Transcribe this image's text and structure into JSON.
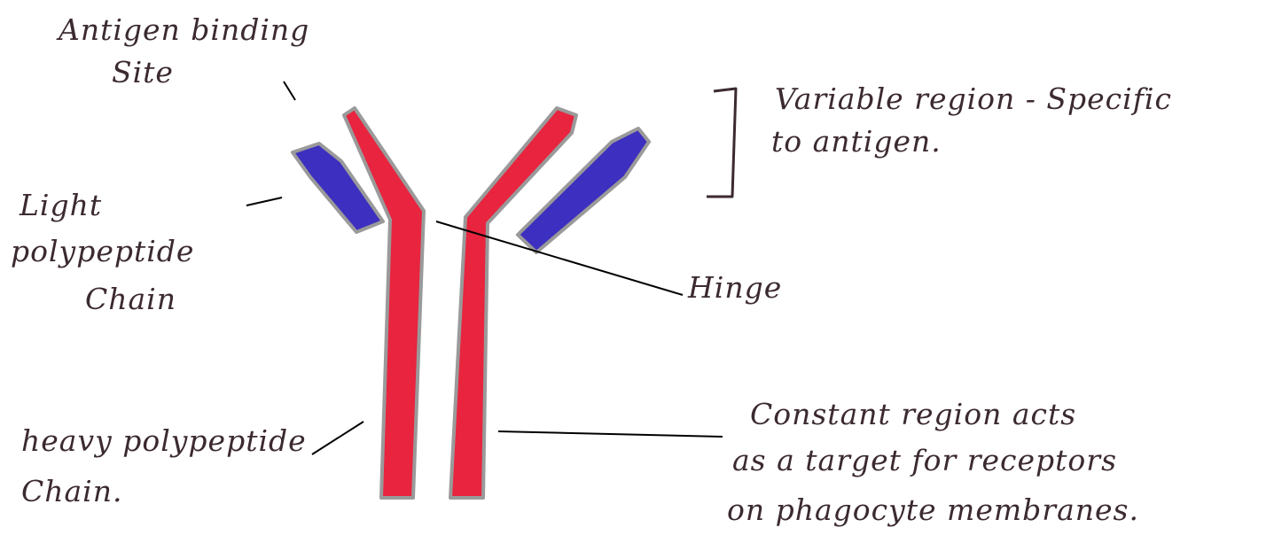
{
  "labels": {
    "antigen_binding_site": [
      "Antigen binding",
      "Site"
    ],
    "light_chain": [
      "Light",
      "polypeptide",
      "Chain"
    ],
    "variable_region": [
      "Variable region - Specific",
      "to antigen."
    ],
    "hinge": "Hinge",
    "heavy_chain": [
      "heavy polypeptide",
      "Chain."
    ],
    "constant_region": [
      "Constant region acts",
      "as a target for receptors",
      "on phagocyte membranes."
    ]
  },
  "colors": {
    "heavy_chain": "#e8243f",
    "light_chain": "#3d2fbf",
    "outline": "#9a9a9a",
    "ink": "#3b2a2f",
    "leader_line": "#000000"
  }
}
